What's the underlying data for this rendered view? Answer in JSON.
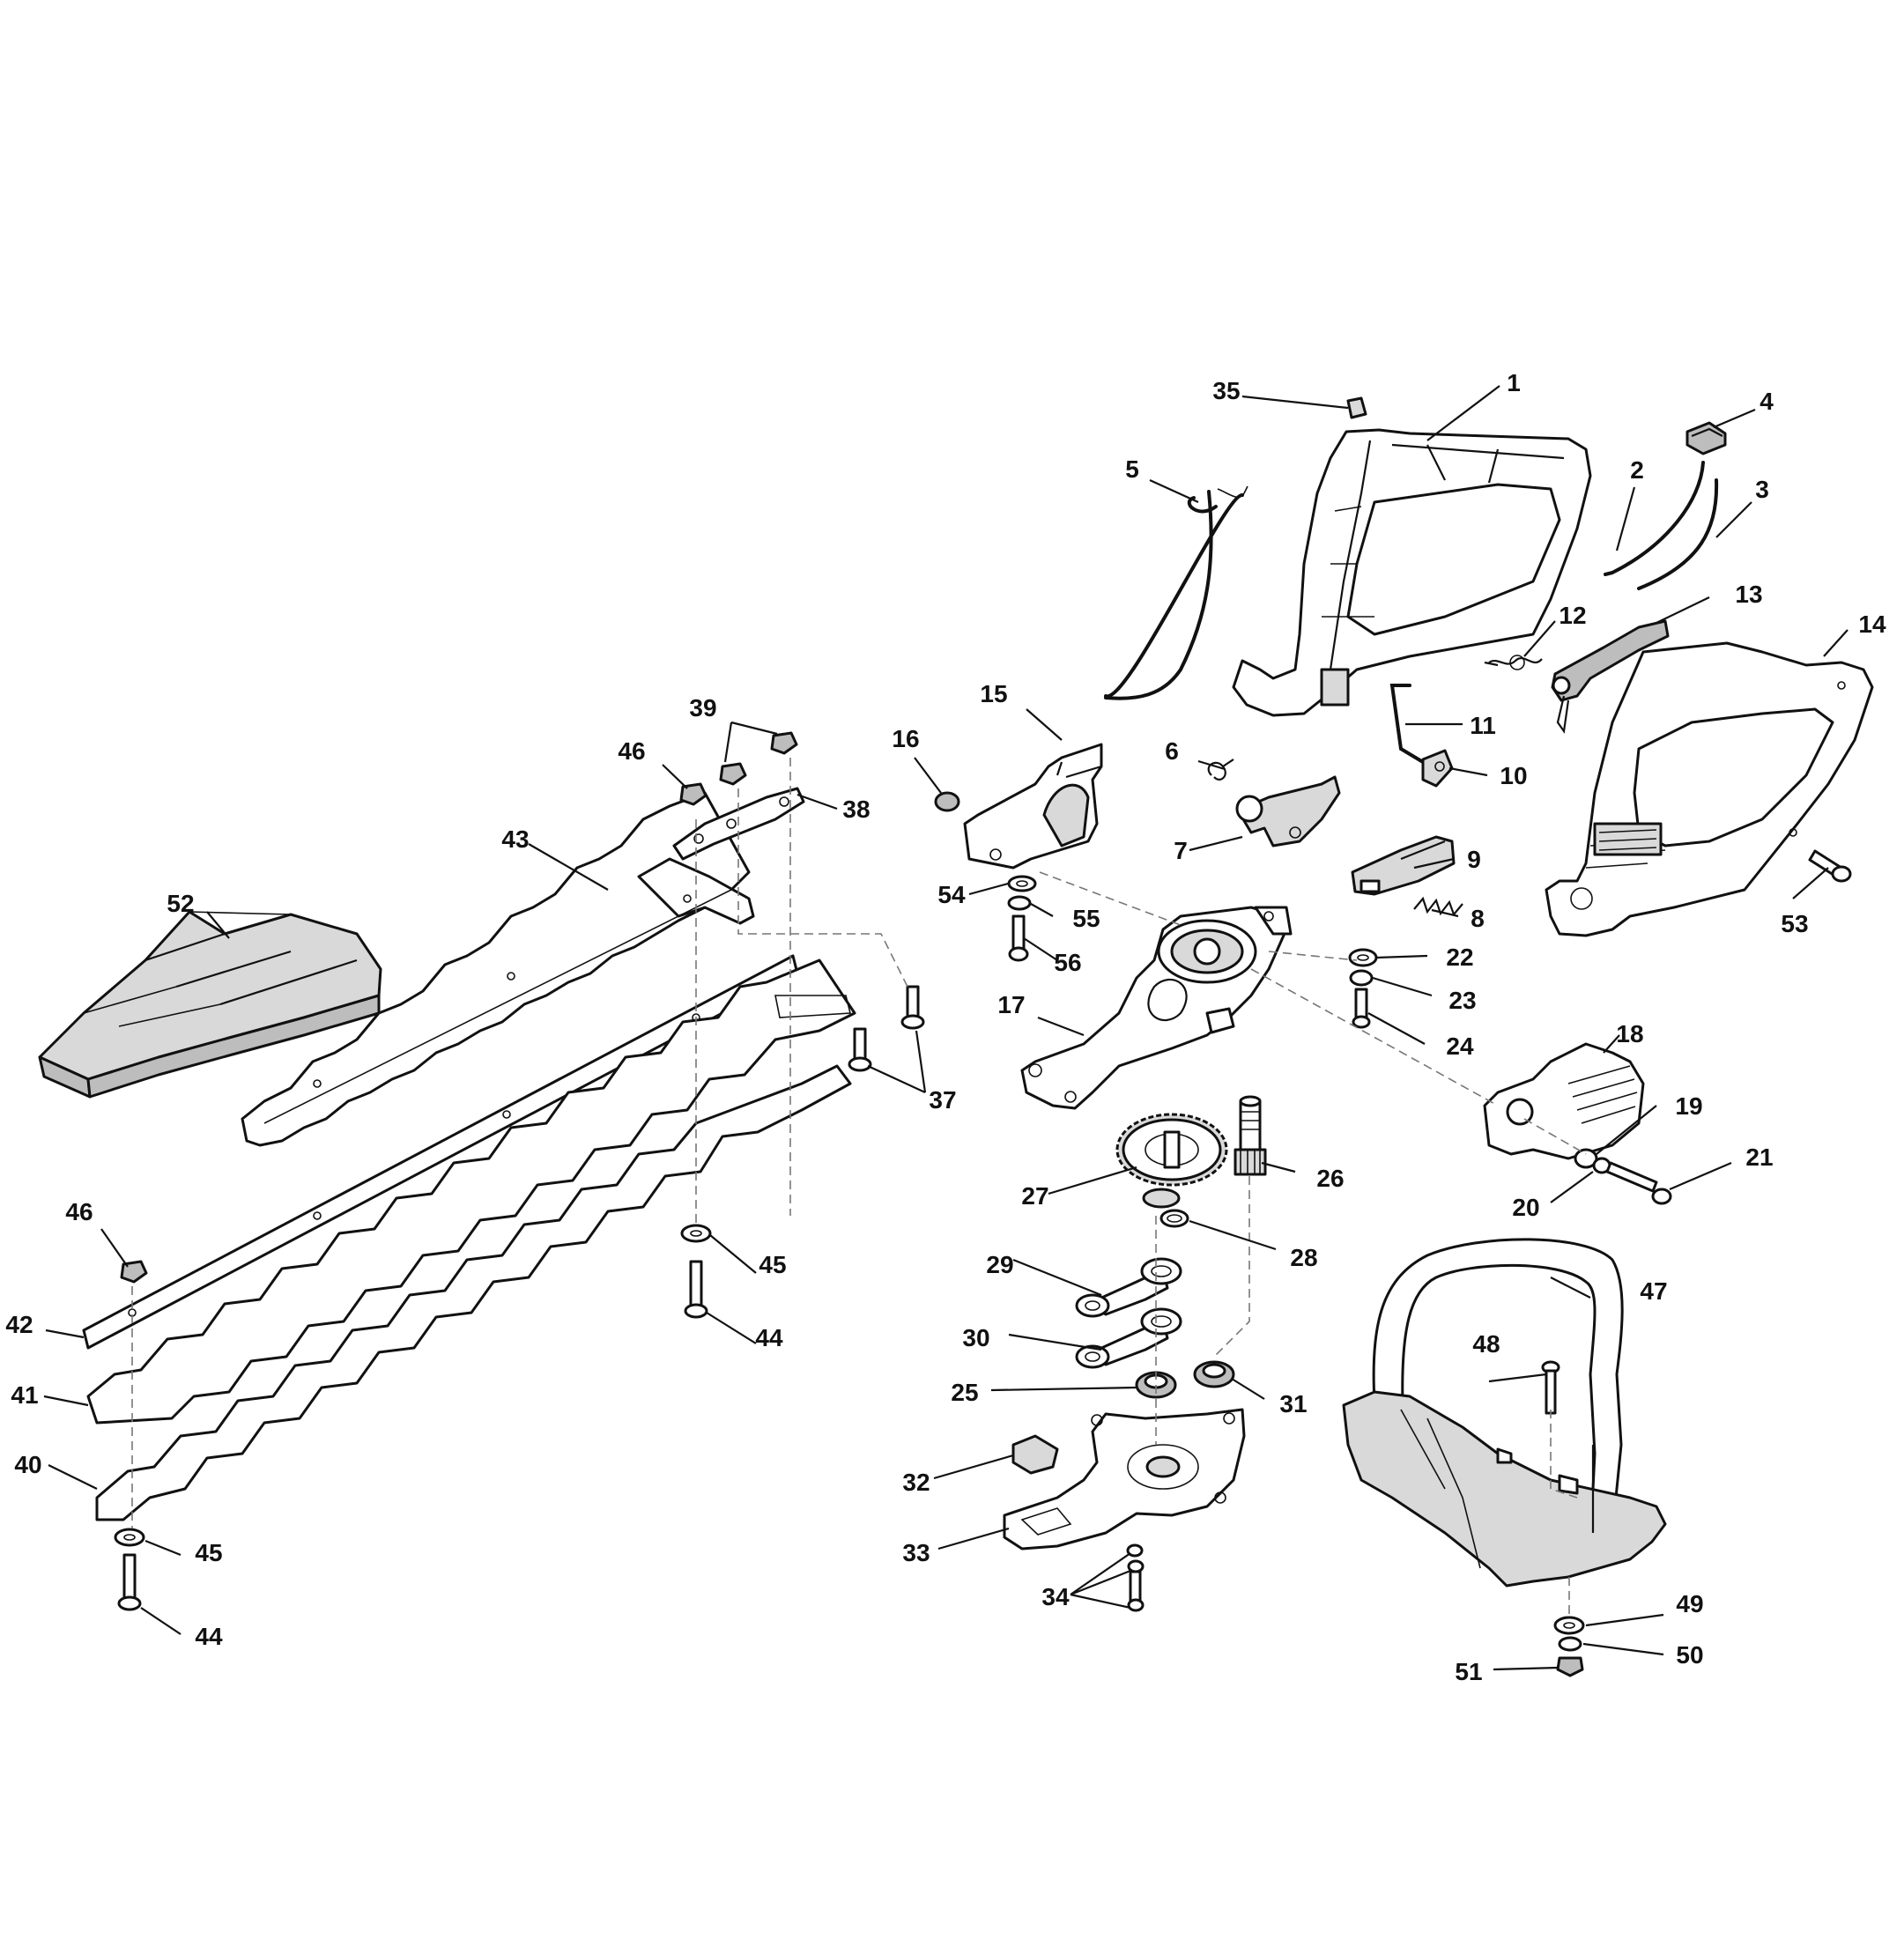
{
  "callouts": {
    "c1": "1",
    "c2": "2",
    "c3": "3",
    "c4": "4",
    "c5": "5",
    "c6": "6",
    "c7": "7",
    "c8": "8",
    "c9": "9",
    "c10": "10",
    "c11": "11",
    "c12": "12",
    "c13": "13",
    "c14": "14",
    "c15": "15",
    "c16": "16",
    "c17": "17",
    "c18": "18",
    "c19": "19",
    "c20": "20",
    "c21": "21",
    "c22": "22",
    "c23": "23",
    "c24": "24",
    "c25": "25",
    "c26": "26",
    "c27": "27",
    "c28": "28",
    "c29": "29",
    "c30": "30",
    "c31": "31",
    "c32": "32",
    "c33": "33",
    "c34": "34",
    "c35": "35",
    "c37": "37",
    "c38": "38",
    "c39": "39",
    "c40": "40",
    "c41": "41",
    "c42": "42",
    "c43": "43",
    "c44a": "44",
    "c44b": "44",
    "c45a": "45",
    "c45b": "45",
    "c46a": "46",
    "c46b": "46",
    "c47": "47",
    "c48": "48",
    "c49": "49",
    "c50": "50",
    "c51": "51",
    "c52": "52",
    "c53": "53",
    "c54": "54",
    "c55": "55",
    "c56": "56"
  }
}
